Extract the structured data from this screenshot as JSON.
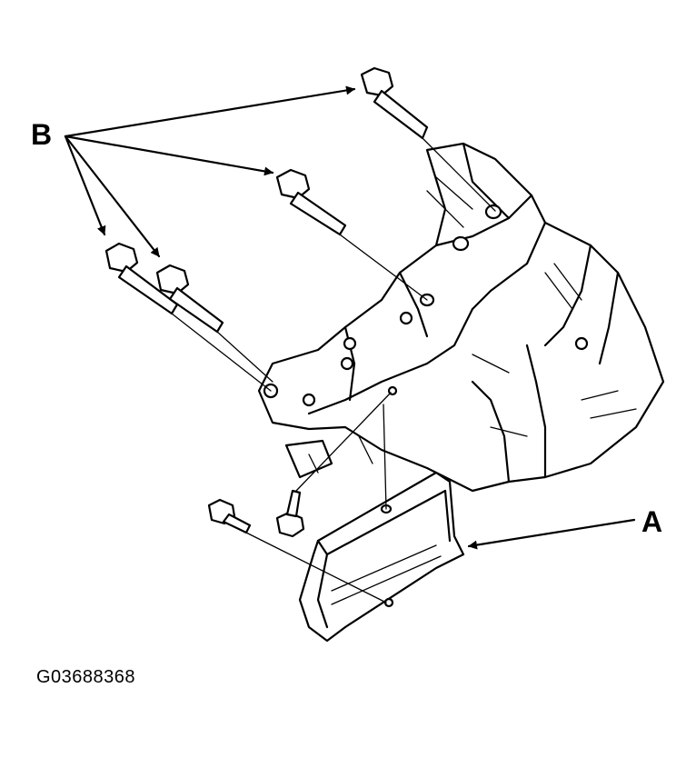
{
  "figure": {
    "id_code": "G03688368",
    "callouts": {
      "b": "B",
      "a": "A"
    },
    "parts": {
      "a_desc": "",
      "b_desc": ""
    }
  }
}
